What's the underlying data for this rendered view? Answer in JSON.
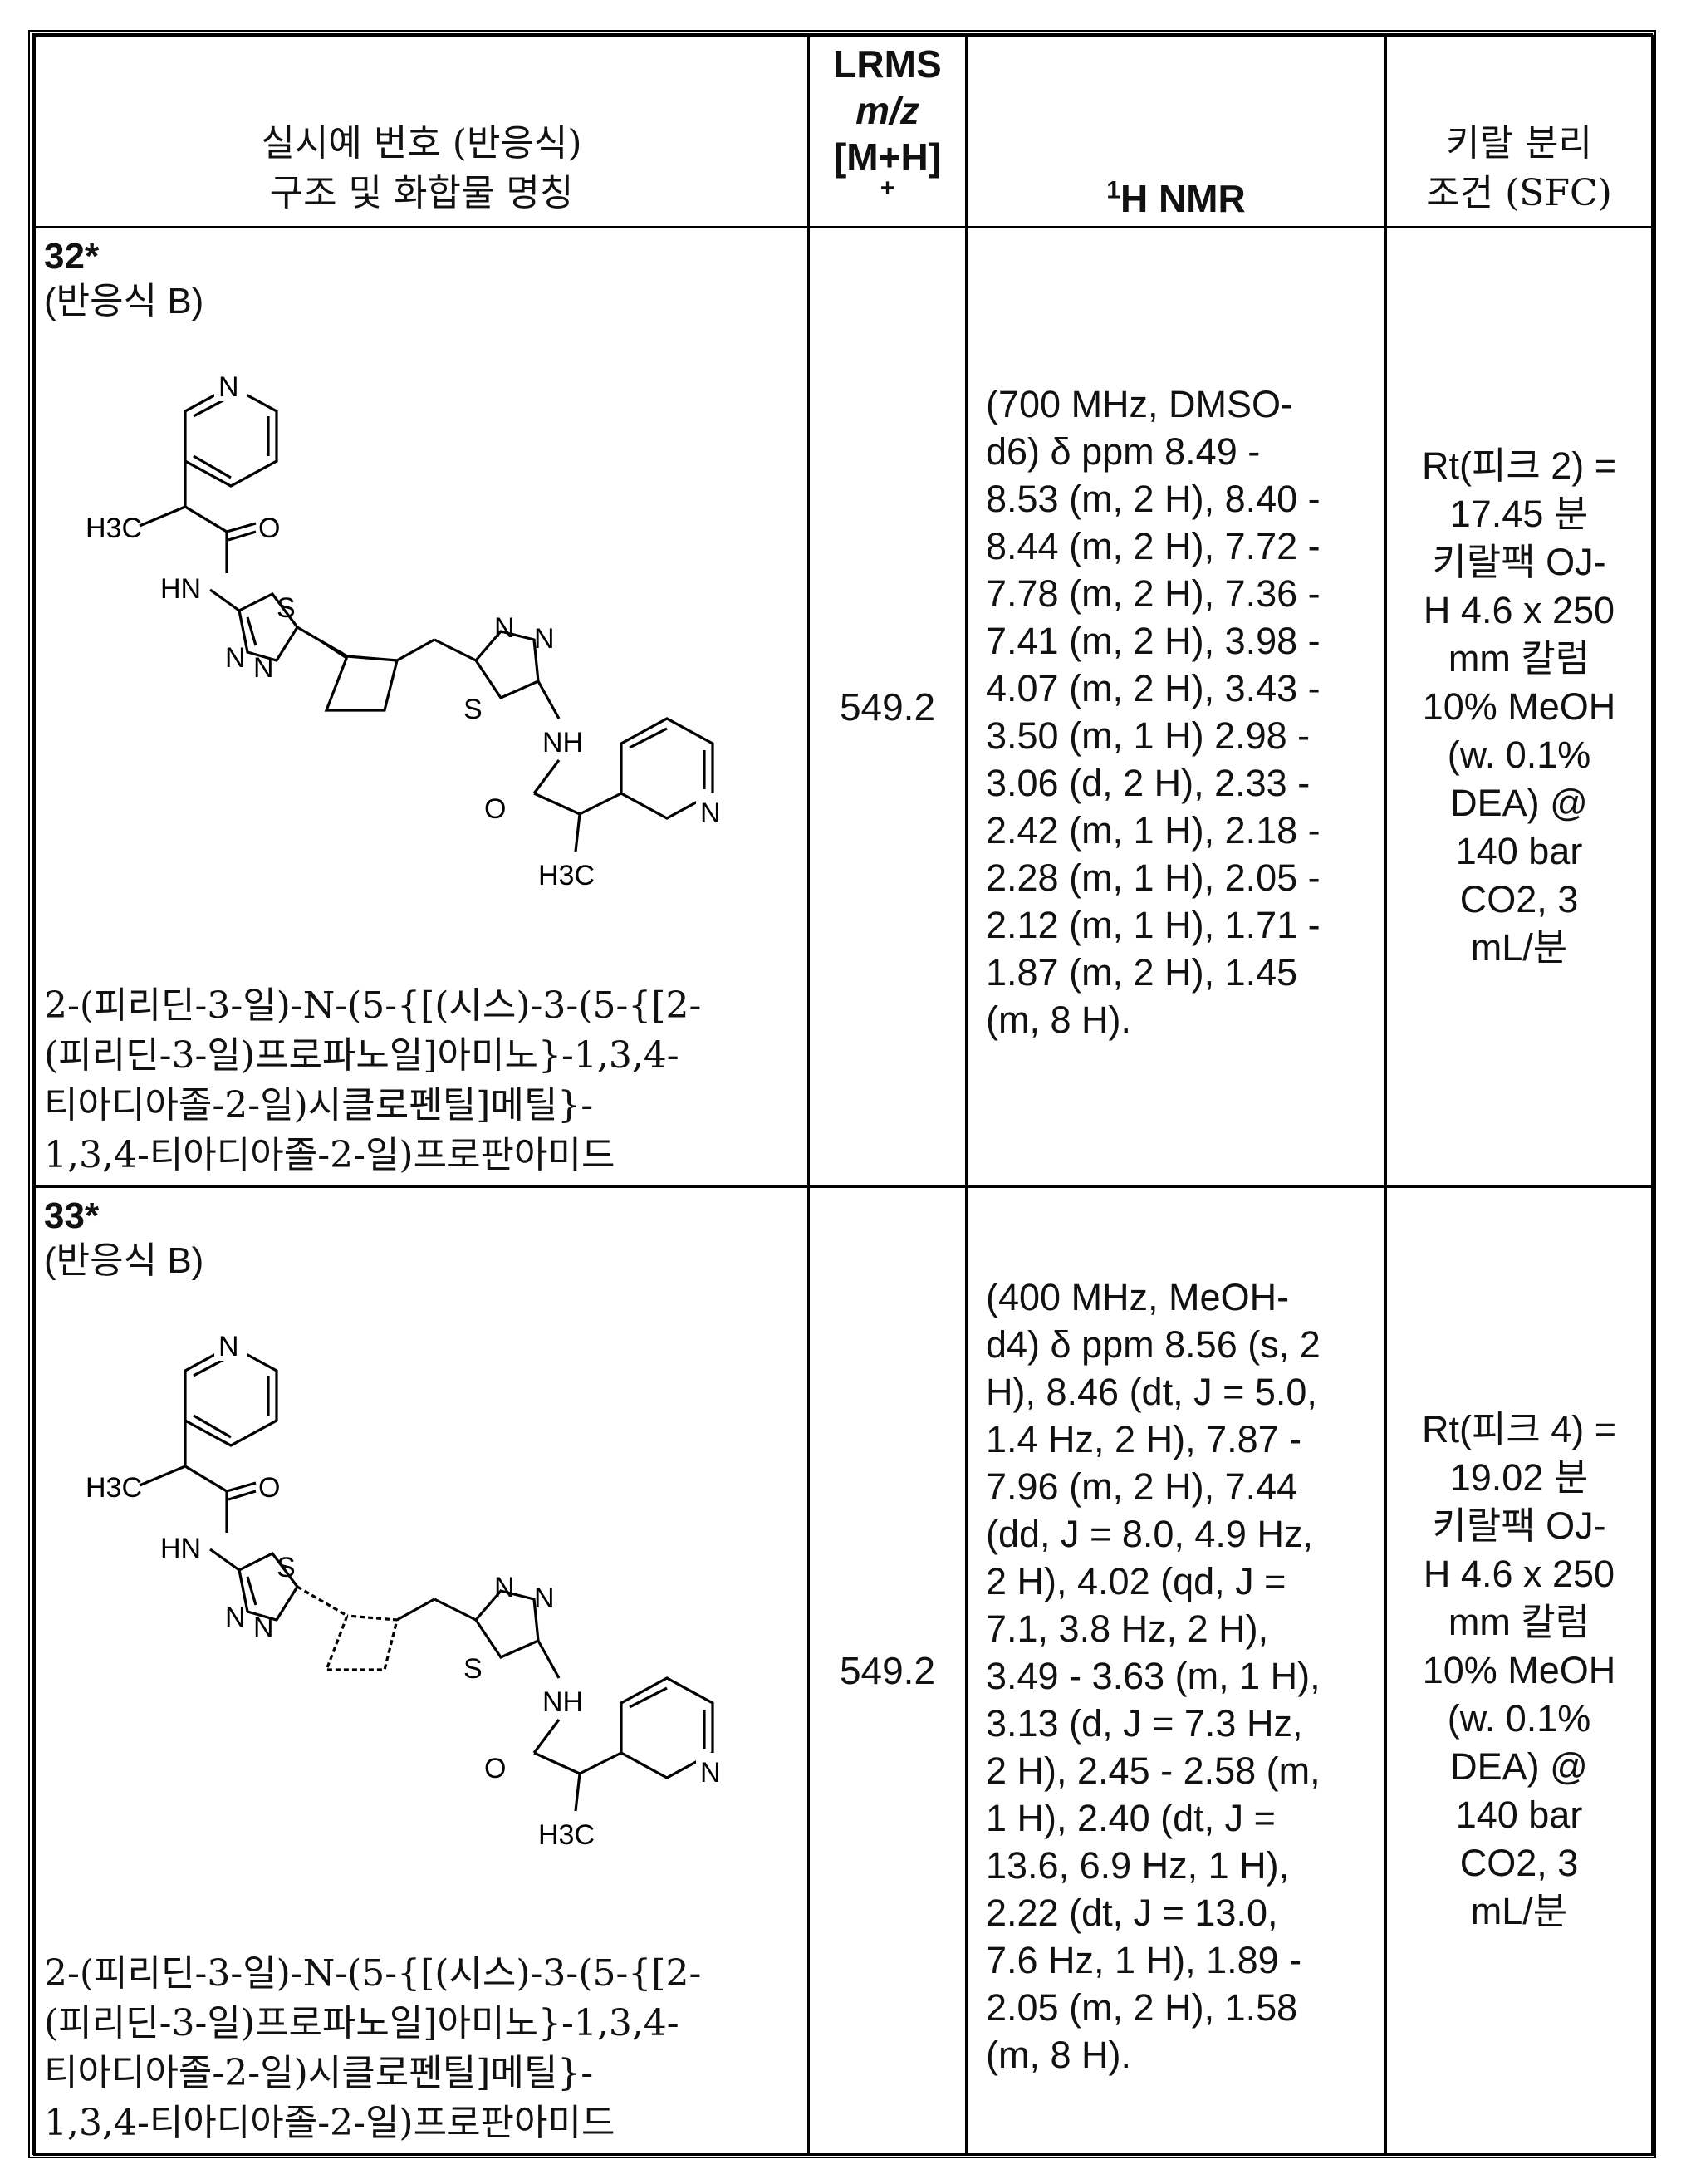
{
  "header": {
    "col1_line1": "실시예 번호 (반응식)",
    "col1_line2": "구조 및 화합물 명칭",
    "col2_line1": "LRMS",
    "col2_line2": "m/z",
    "col2_line3": "[M+H]",
    "col2_line4": "+",
    "col3_sup": "1",
    "col3_label": "H NMR",
    "col4_line1": "키랄 분리",
    "col4_line2": "조건 (SFC)"
  },
  "rows": [
    {
      "example": "32*",
      "scheme": "(반응식 B)",
      "name_lines": [
        "2-(피리딘-3-일)-N-(5-{[(시스)-3-(5-{[2-",
        "(피리딘-3-일)프로파노일]아미노}-1,3,4-",
        "티아디아졸-2-일)시클로펜틸]메틸}-",
        "1,3,4-티아디아졸-2-일)프로판아미드"
      ],
      "lrms": "549.2",
      "nmr_lines": [
        "(700 MHz, DMSO-",
        "d6) δ ppm 8.49 -",
        "8.53 (m, 2 H), 8.40 -",
        "8.44 (m, 2 H), 7.72 -",
        "7.78 (m, 2 H), 7.36 -",
        "7.41 (m, 2 H), 3.98 -",
        "4.07 (m, 2 H), 3.43 -",
        "3.50 (m, 1 H) 2.98 -",
        "3.06 (d, 2 H), 2.33 -",
        "2.42 (m, 1 H), 2.18 -",
        "2.28 (m, 1 H), 2.05 -",
        "2.12 (m, 1 H), 1.71 -",
        "1.87 (m, 2 H), 1.45",
        "(m, 8 H)."
      ],
      "sfc_lines": [
        "Rt(피크 2) =",
        "17.45 분",
        "키랄팩 OJ-",
        "H 4.6 x 250",
        "mm 칼럼",
        "10% MeOH",
        "(w. 0.1%",
        "DEA) @",
        "140 bar",
        "CO2, 3",
        "mL/분"
      ]
    },
    {
      "example": "33*",
      "scheme": "(반응식 B)",
      "name_lines": [
        "2-(피리딘-3-일)-N-(5-{[(시스)-3-(5-{[2-",
        "(피리딘-3-일)프로파노일]아미노}-1,3,4-",
        "티아디아졸-2-일)시클로펜틸]메틸}-",
        "1,3,4-티아디아졸-2-일)프로판아미드"
      ],
      "lrms": "549.2",
      "nmr_lines": [
        "(400 MHz, MeOH-",
        "d4) δ ppm 8.56 (s, 2",
        "H), 8.46 (dt, J = 5.0,",
        "1.4 Hz, 2 H), 7.87 -",
        "7.96 (m, 2 H), 7.44",
        "(dd, J = 8.0, 4.9 Hz,",
        "2 H), 4.02 (qd, J =",
        "7.1, 3.8 Hz, 2 H),",
        "3.49 - 3.63 (m, 1 H),",
        "3.13 (d, J = 7.3 Hz,",
        "2 H), 2.45 - 2.58 (m,",
        "1 H), 2.40 (dt, J =",
        "13.6, 6.9 Hz, 1 H),",
        "2.22 (dt, J = 13.0,",
        "7.6 Hz, 1 H), 1.89 -",
        "2.05 (m, 2 H), 1.58",
        "(m, 8 H)."
      ],
      "sfc_lines": [
        "Rt(피크 4) =",
        "19.02 분",
        "키랄팩 OJ-",
        "H 4.6 x 250",
        "mm 칼럼",
        "10% MeOH",
        "(w. 0.1%",
        "DEA) @",
        "140 bar",
        "CO2, 3",
        "mL/분"
      ]
    }
  ],
  "structure_labels": {
    "n": "N",
    "h3c": "H3C",
    "o": "O",
    "hn": "HN",
    "nh": "NH",
    "s": "S"
  }
}
